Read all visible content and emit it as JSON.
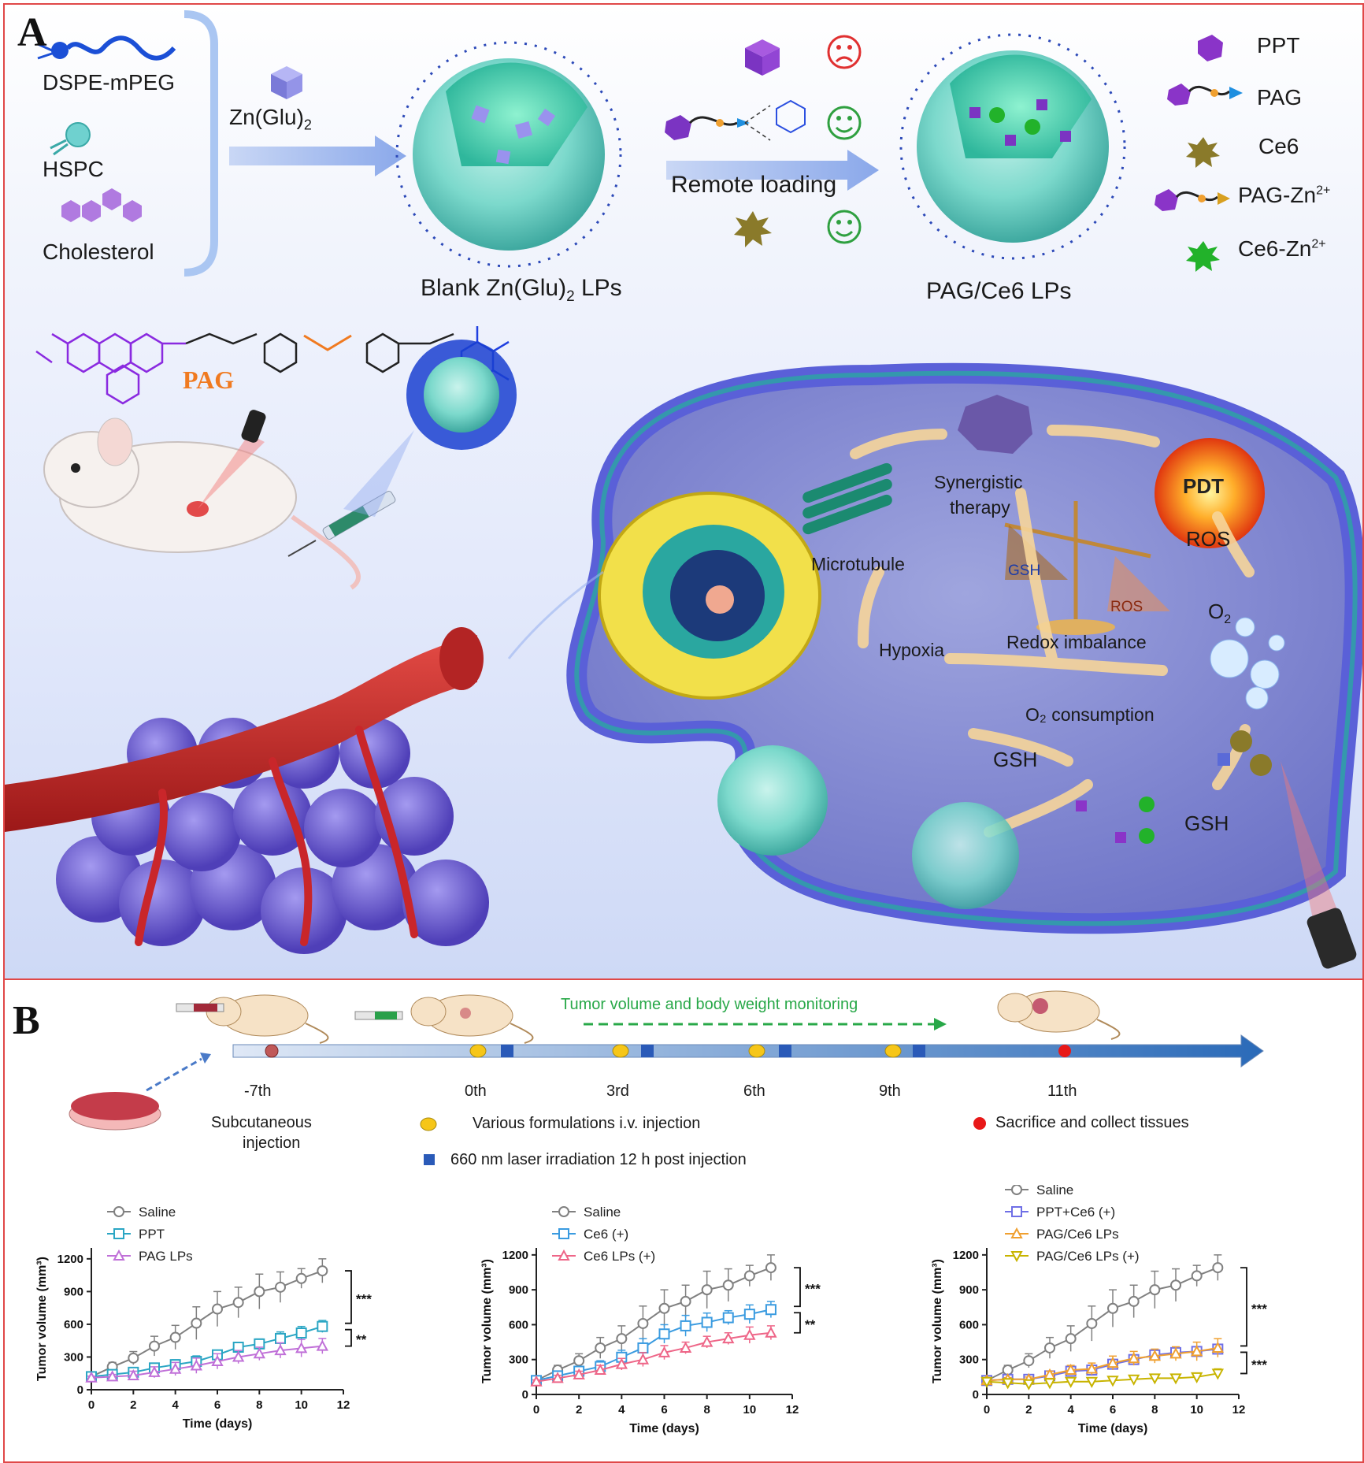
{
  "panelA": {
    "letter": "A",
    "components": {
      "dspe": "DSPE-mPEG",
      "hspc": "HSPC",
      "chol": "Cholesterol",
      "znglu": "Zn(Glu)",
      "znglu_sub": "2"
    },
    "blank_label": "Blank Zn(Glu)",
    "blank_sub": "2",
    "blank_suffix": " LPs",
    "remote_loading": "Remote loading",
    "pagce6_label": "PAG/Ce6 LPs",
    "pag_mol": "PAG",
    "legend": {
      "ppt": "PPT",
      "pag": "PAG",
      "ce6": "Ce6",
      "pagzn": "PAG-Zn",
      "ce6zn": "Ce6-Zn",
      "sup": "2+"
    },
    "cell": {
      "synergistic1": "Synergistic",
      "synergistic2": "therapy",
      "pdt": "PDT",
      "ros_top": "ROS",
      "microtubule": "Microtubule",
      "gsh_scale": "GSH",
      "ros_scale": "ROS",
      "hypoxia": "Hypoxia",
      "redox": "Redox imbalance",
      "o2": "O",
      "o2_sub": "2",
      "o2_consumption": "O₂ consumption",
      "gsh_mid": "GSH",
      "gsh_right": "GSH"
    }
  },
  "panelB": {
    "letter": "B",
    "monitor": "Tumor volume and body weight monitoring",
    "days": [
      "-7th",
      "0th",
      "3rd",
      "6th",
      "9th",
      "11th"
    ],
    "subq1": "Subcutaneous",
    "subq2": "injection",
    "legend_iv": "Various formulations i.v. injection",
    "legend_laser": "660 nm laser irradiation 12 h post injection",
    "legend_sacrifice": "Sacrifice and collect tissues"
  },
  "colors": {
    "saline": "#808080",
    "ppt": "#2ba6c4",
    "pag": "#c070d8",
    "ce6": "#3a9be0",
    "ce6lp": "#ee6688",
    "pptce6": "#6f6fe6",
    "pagce6": "#f0a030",
    "pagce6p": "#c8b400",
    "frame": "#e04848"
  },
  "chart_data": [
    {
      "type": "line",
      "xlabel": "Time (days)",
      "ylabel": "Tumor volume (mm³)",
      "xlim": [
        0,
        12
      ],
      "ylim": [
        0,
        1300
      ],
      "xticks": [
        0,
        2,
        4,
        6,
        8,
        10,
        12
      ],
      "yticks": [
        0,
        300,
        600,
        900,
        1200
      ],
      "x": [
        0,
        1,
        2,
        3,
        4,
        5,
        6,
        7,
        8,
        9,
        10,
        11
      ],
      "series": [
        {
          "name": "Saline",
          "values": [
            120,
            210,
            290,
            400,
            480,
            610,
            740,
            800,
            900,
            940,
            1020,
            1090
          ],
          "err": [
            25,
            40,
            60,
            90,
            110,
            150,
            160,
            140,
            160,
            140,
            90,
            110
          ]
        },
        {
          "name": "PPT",
          "values": [
            120,
            140,
            160,
            200,
            230,
            260,
            320,
            390,
            420,
            470,
            520,
            580
          ],
          "err": [
            15,
            20,
            30,
            40,
            45,
            50,
            40,
            35,
            45,
            60,
            60,
            55
          ]
        },
        {
          "name": "PAG LPs",
          "values": [
            110,
            120,
            130,
            160,
            190,
            220,
            260,
            300,
            330,
            360,
            380,
            400
          ],
          "err": [
            15,
            20,
            40,
            50,
            60,
            70,
            70,
            60,
            60,
            70,
            80,
            70
          ]
        }
      ],
      "significance": [
        "***",
        "**"
      ]
    },
    {
      "type": "line",
      "xlabel": "Time (days)",
      "ylabel": "Tumor volume (mm³)",
      "xlim": [
        0,
        12
      ],
      "ylim": [
        0,
        1260
      ],
      "xticks": [
        0,
        2,
        4,
        6,
        8,
        10,
        12
      ],
      "yticks": [
        0,
        300,
        600,
        900,
        1200
      ],
      "x": [
        0,
        1,
        2,
        3,
        4,
        5,
        6,
        7,
        8,
        9,
        10,
        11
      ],
      "series": [
        {
          "name": "Saline",
          "values": [
            120,
            210,
            290,
            400,
            480,
            610,
            740,
            800,
            900,
            940,
            1020,
            1090
          ],
          "err": [
            25,
            40,
            60,
            90,
            110,
            150,
            160,
            140,
            160,
            140,
            90,
            110
          ]
        },
        {
          "name": "Ce6 (+)",
          "values": [
            120,
            160,
            200,
            240,
            320,
            400,
            520,
            590,
            620,
            660,
            690,
            730
          ],
          "err": [
            20,
            30,
            40,
            50,
            60,
            80,
            80,
            90,
            80,
            60,
            80,
            70
          ]
        },
        {
          "name": "Ce6 LPs (+)",
          "values": [
            110,
            140,
            170,
            210,
            260,
            300,
            360,
            400,
            450,
            480,
            510,
            530
          ],
          "err": [
            15,
            25,
            30,
            40,
            50,
            60,
            60,
            50,
            50,
            50,
            70,
            60
          ]
        }
      ],
      "significance": [
        "***",
        "**"
      ]
    },
    {
      "type": "line",
      "xlabel": "Time (days)",
      "ylabel": "Tumor volume (mm³)",
      "xlim": [
        0,
        12
      ],
      "ylim": [
        0,
        1260
      ],
      "xticks": [
        0,
        2,
        4,
        6,
        8,
        10,
        12
      ],
      "yticks": [
        0,
        300,
        600,
        900,
        1200
      ],
      "x": [
        0,
        1,
        2,
        3,
        4,
        5,
        6,
        7,
        8,
        9,
        10,
        11
      ],
      "series": [
        {
          "name": "Saline",
          "values": [
            120,
            210,
            290,
            400,
            480,
            610,
            740,
            800,
            900,
            940,
            1020,
            1090
          ],
          "err": [
            25,
            40,
            60,
            90,
            110,
            150,
            160,
            140,
            160,
            140,
            90,
            110
          ]
        },
        {
          "name": "PPT+Ce6 (+)",
          "values": [
            120,
            130,
            130,
            160,
            200,
            210,
            260,
            300,
            340,
            360,
            370,
            390
          ],
          "err": [
            10,
            15,
            20,
            25,
            30,
            35,
            40,
            40,
            40,
            40,
            40,
            40
          ]
        },
        {
          "name": "PAG/Ce6 LPs",
          "values": [
            120,
            130,
            130,
            170,
            210,
            220,
            270,
            310,
            330,
            350,
            370,
            400
          ],
          "err": [
            10,
            15,
            20,
            30,
            40,
            50,
            60,
            60,
            60,
            60,
            80,
            80
          ]
        },
        {
          "name": "PAG/Ce6 LPs (+)",
          "values": [
            110,
            100,
            90,
            100,
            110,
            110,
            120,
            130,
            140,
            140,
            150,
            180
          ],
          "err": [
            10,
            15,
            20,
            20,
            20,
            20,
            25,
            25,
            30,
            30,
            35,
            40
          ]
        }
      ],
      "significance": [
        "***",
        "***"
      ]
    }
  ]
}
